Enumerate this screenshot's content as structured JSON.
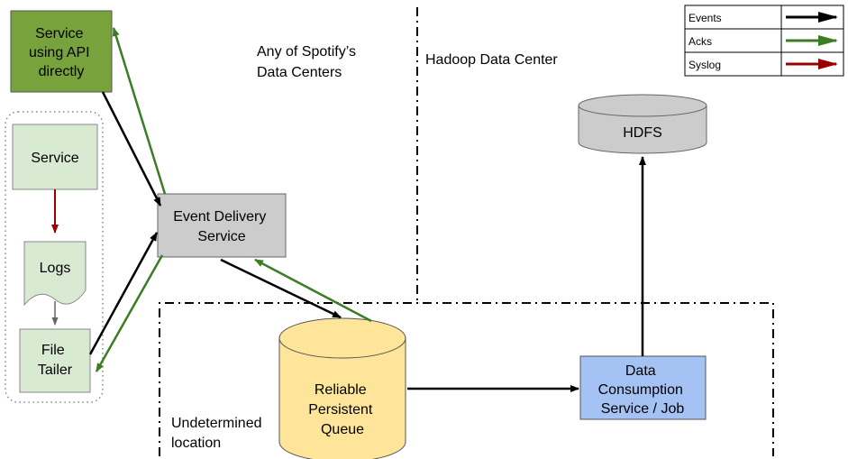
{
  "nodes": {
    "service_api": [
      "Service",
      "using API",
      "directly"
    ],
    "service": "Service",
    "logs": "Logs",
    "file_tailer": [
      "File",
      "Tailer"
    ],
    "event_delivery": [
      "Event Delivery",
      "Service"
    ],
    "queue": [
      "Reliable",
      "Persistent",
      "Queue"
    ],
    "data_consumption": [
      "Data",
      "Consumption",
      "Service / Job"
    ],
    "hdfs": "HDFS"
  },
  "regions": {
    "spotify": [
      "Any of Spotify’s",
      "Data Centers"
    ],
    "hadoop": "Hadoop Data Center",
    "undetermined": [
      "Undetermined",
      "location"
    ]
  },
  "legend": [
    {
      "label": "Events",
      "color": "#000000"
    },
    {
      "label": "Acks",
      "color": "#3b7d23"
    },
    {
      "label": "Syslog",
      "color": "#990000"
    }
  ],
  "colors": {
    "service_api_fill": "#77a23c",
    "service_fill": "#d9ead3",
    "gray_fill": "#cccccc",
    "queue_fill": "#ffe599",
    "consumer_fill": "#a4c2f4",
    "events": "#000000",
    "acks": "#3b7d23",
    "syslog": "#990000",
    "logs_arrow": "#666666"
  }
}
